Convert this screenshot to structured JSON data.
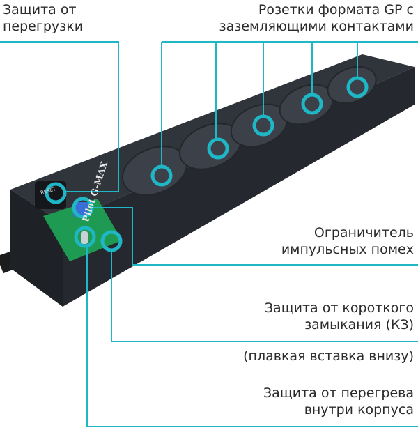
{
  "labels": {
    "overload": [
      "Защита от",
      "перегрузки"
    ],
    "sockets": [
      "Розетки формата GP с",
      "заземляющими контактами"
    ],
    "surge": [
      "Ограничитель",
      "импульсных помех"
    ],
    "short_circuit": [
      "Защита от короткого",
      "замыкания (КЗ)"
    ],
    "fuse_note": "(плавкая вставка внизу)",
    "overheat": [
      "Защита от перегрева",
      "внутри корпуса"
    ]
  },
  "product_marking": {
    "brand": "Pilot G-MAX",
    "button": "RESET"
  },
  "colors": {
    "accent": "#1fb6c6",
    "body": "#2a2d33",
    "board": "#1f9a52"
  }
}
